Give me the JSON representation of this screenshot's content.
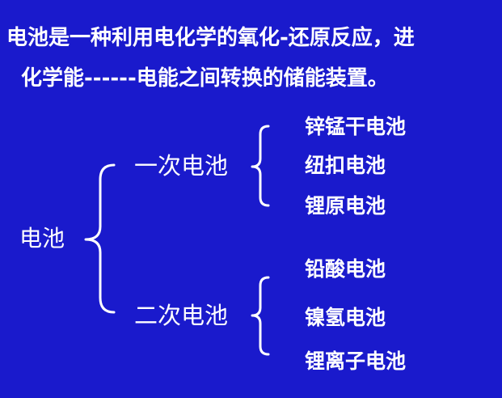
{
  "intro": {
    "line1": "电池是一种利用电化学的氧化-还原反应，进",
    "line2": "化学能------电能之间转换的储能装置。"
  },
  "tree": {
    "root": "电池",
    "primary": {
      "label": "一次电池",
      "items": [
        "锌锰干电池",
        "纽扣电池",
        "锂原电池"
      ]
    },
    "secondary": {
      "label": "二次电池",
      "items": [
        "铅酸电池",
        "镍氢电池",
        "锂离子电池"
      ]
    }
  },
  "colors": {
    "background": "#1a1acc",
    "text": "#ffffff"
  }
}
